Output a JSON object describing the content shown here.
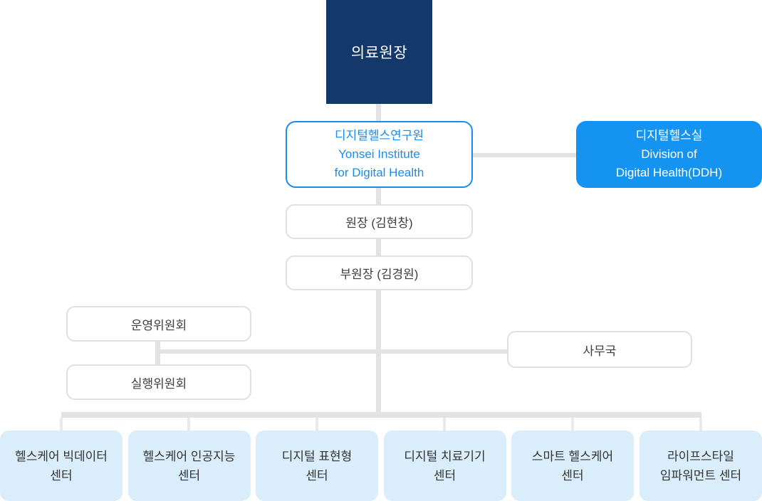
{
  "colors": {
    "navy": "#15386B",
    "accent": "#1494F0",
    "accent_border": "#1A8CEE",
    "line": "#E3E3E3",
    "line_faint": "#EAEAEA",
    "box_border": "#E0E0E0",
    "center_fill": "#D9EDFA",
    "text_dark": "#3E3E3E",
    "center_text": "#333333"
  },
  "org": {
    "root": {
      "label": "의료원장"
    },
    "institute": {
      "lines": [
        "디지털헬스연구원",
        "Yonsei Institute",
        "for Digital Health"
      ]
    },
    "division": {
      "lines": [
        "디지털헬스실",
        "Division of",
        "Digital Health(DDH)"
      ]
    },
    "director": {
      "label": "원장 (김현창)"
    },
    "vice_director": {
      "label": "부원장 (김경원)"
    },
    "steering_committee": {
      "label": "운영위원회"
    },
    "executive_committee": {
      "label": "실행위원회"
    },
    "secretariat": {
      "label": "사무국"
    },
    "centers": [
      {
        "line1": "헬스케어 빅데이터",
        "line2": "센터"
      },
      {
        "line1": "헬스케어 인공지능",
        "line2": "센터"
      },
      {
        "line1": "디지털 표현형",
        "line2": "센터"
      },
      {
        "line1": "디지털 치료기기",
        "line2": "센터"
      },
      {
        "line1": "스마트 헬스케어",
        "line2": "센터"
      },
      {
        "line1": "라이프스타일",
        "line2": "임파워먼트 센터"
      }
    ]
  }
}
